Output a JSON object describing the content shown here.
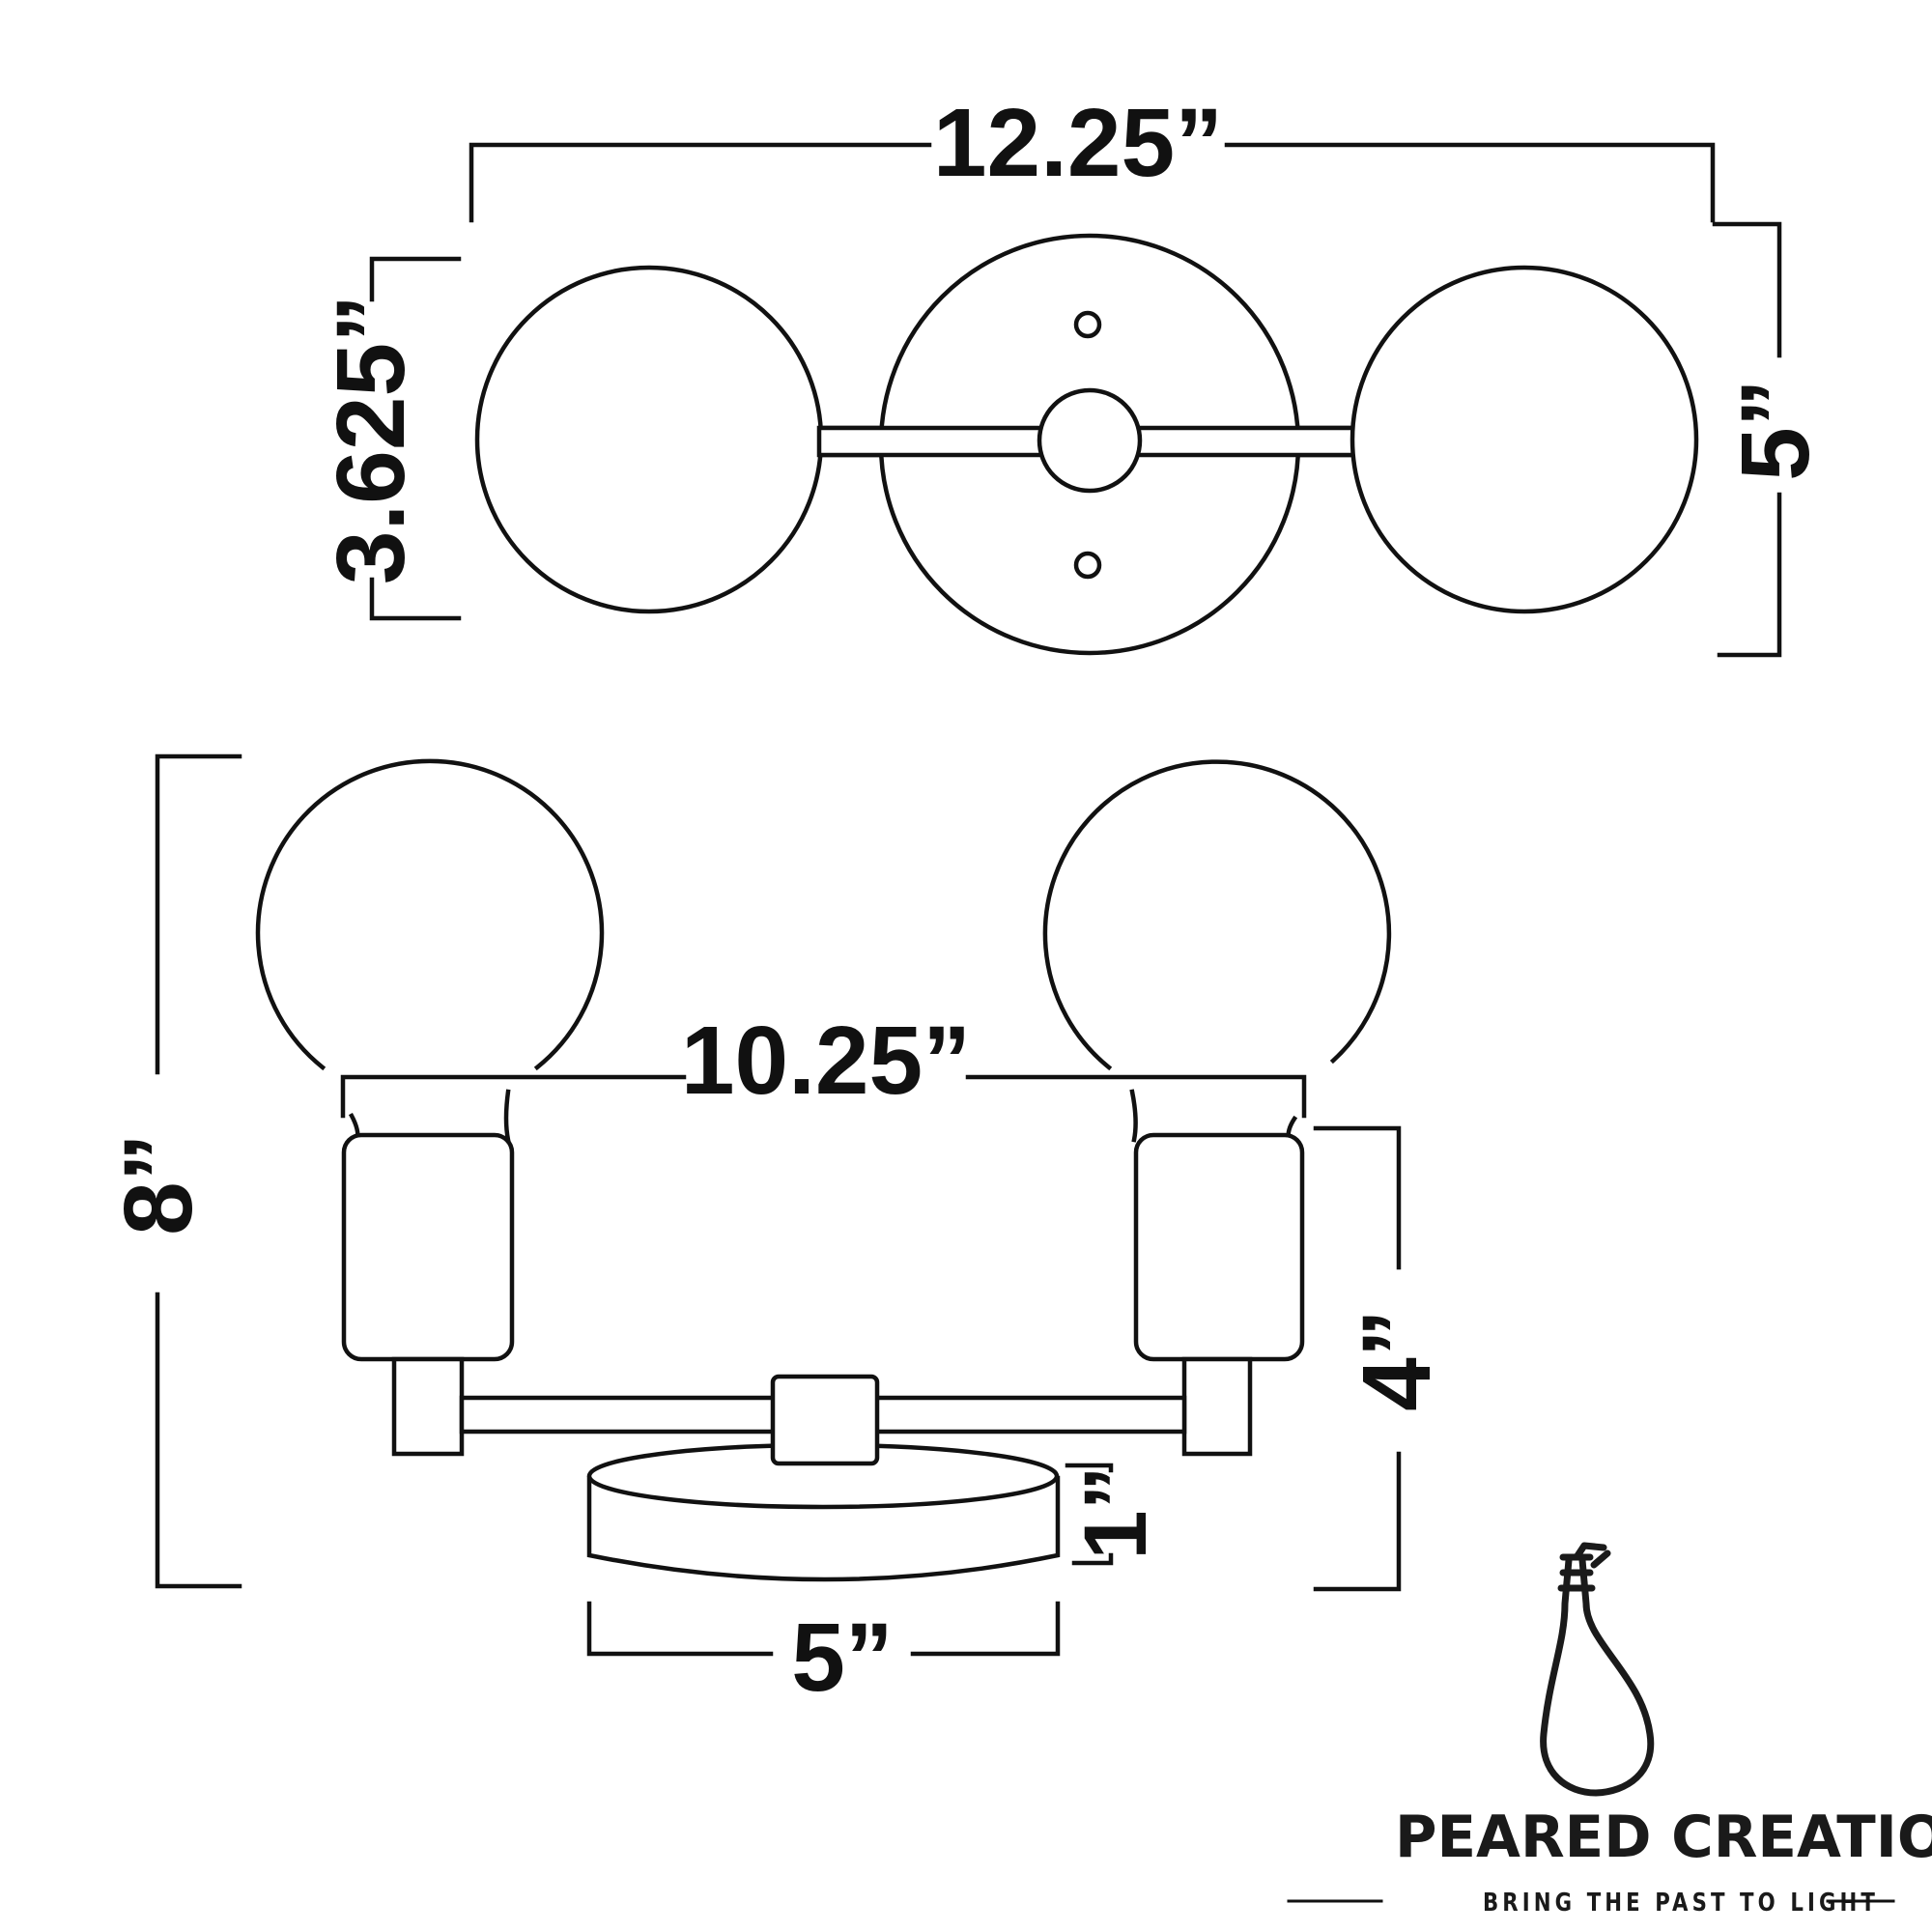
{
  "top_view": {
    "overall_width": "12.25”",
    "globe_diameter": "3.625”",
    "plate_diameter": "5”"
  },
  "side_view": {
    "overall_height": "8”",
    "socket_spacing": "10.25”",
    "projection": "4”",
    "plate_depth": "1”",
    "plate_width": "5”"
  },
  "brand": {
    "name": "PEARED CREATION",
    "tagline": "BRING THE PAST TO LIGHT"
  }
}
